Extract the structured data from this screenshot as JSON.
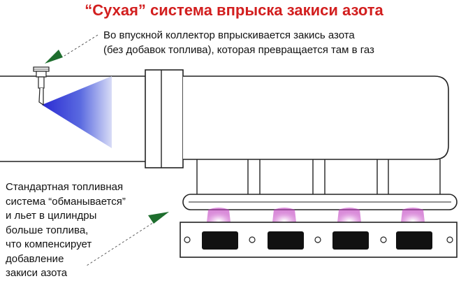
{
  "title": "“Сухая” система впрыска закиси азота",
  "annotation_top": {
    "line1": "Во впускной коллектор впрыскивается закись азота",
    "line2": "(без добавок топлива), которая превращается там в газ"
  },
  "annotation_left": {
    "line1": "Стандартная топливная",
    "line2": "система “обманывается”",
    "line3": "и льет в цилиндры",
    "line4": "больше топлива,",
    "line5": "что компенсирует",
    "line6": "добавление",
    "line7": "закиси азота"
  },
  "colors": {
    "title": "#d21e1e",
    "arrow": "#1e6e2e",
    "spray": "#3b3bd6",
    "fuel_glow": "#d27ad2",
    "outline": "#222222"
  },
  "icons": [
    "nozzle-icon",
    "arrow-icon"
  ]
}
